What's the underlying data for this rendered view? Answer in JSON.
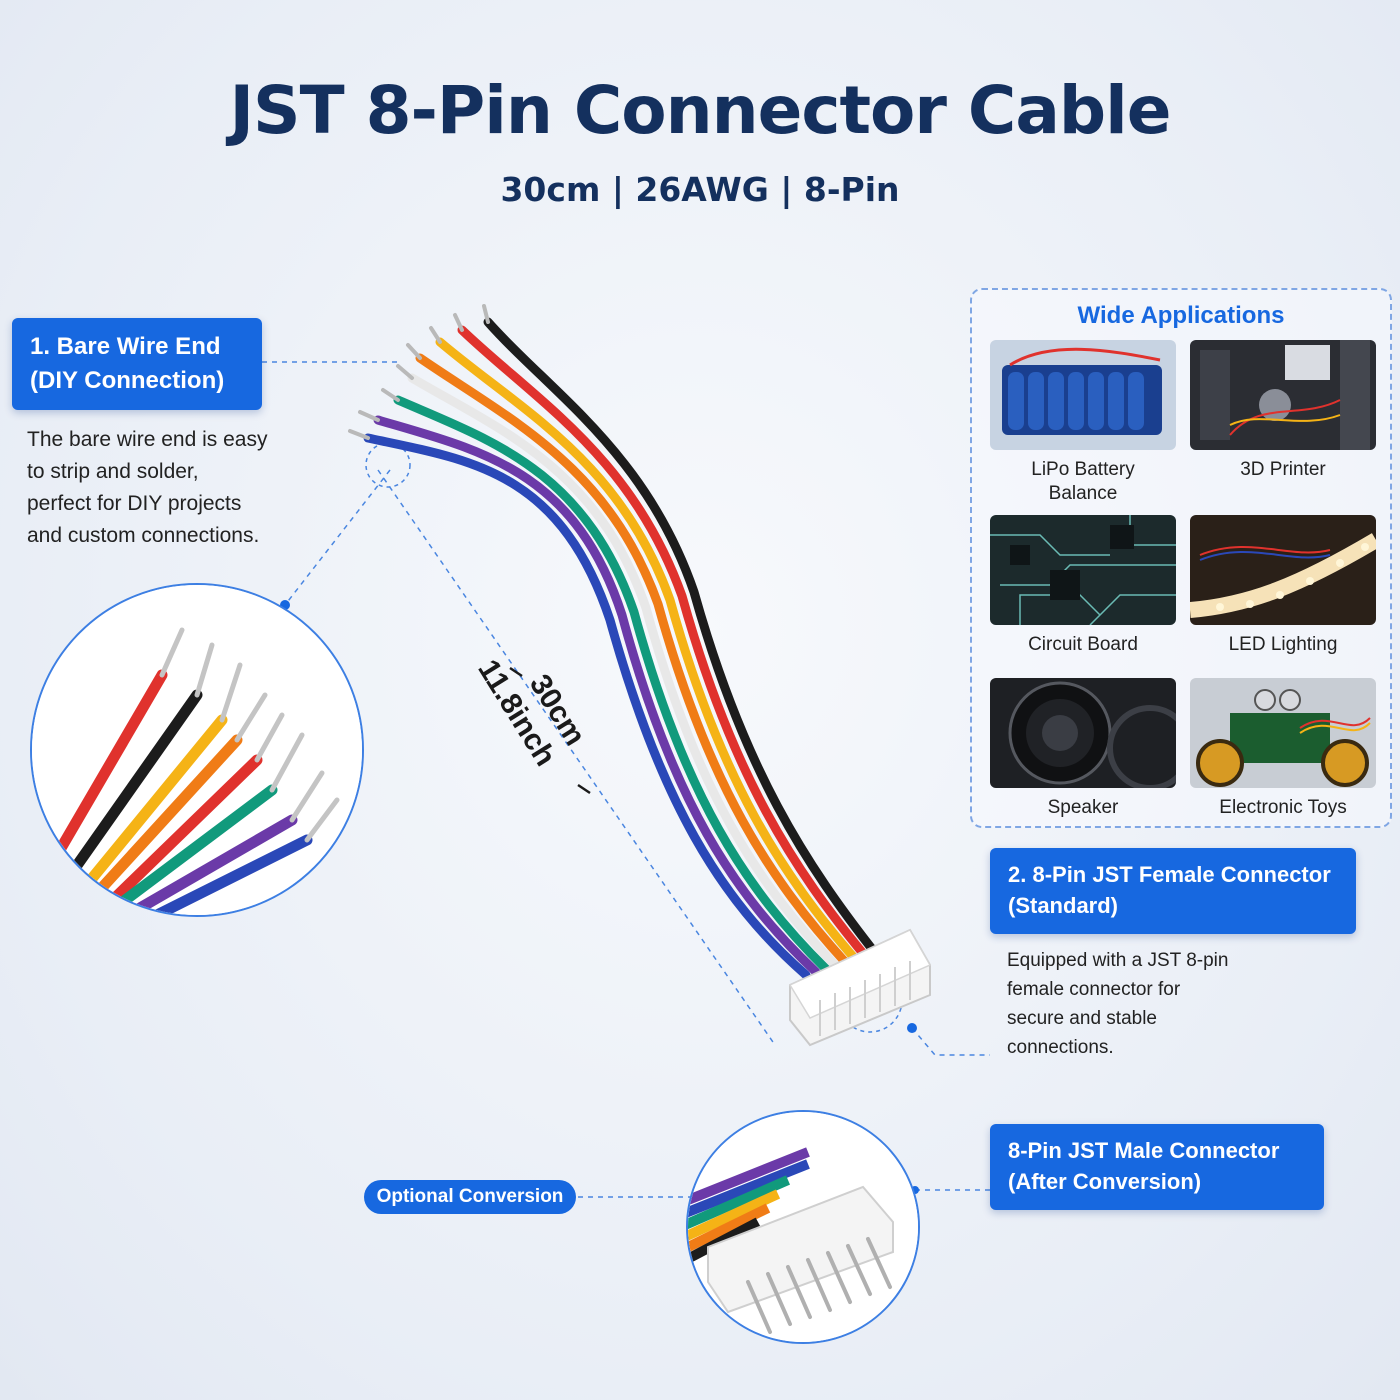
{
  "header": {
    "title": "JST 8-Pin Connector Cable",
    "subtitle": "30cm | 26AWG | 8-Pin"
  },
  "bare_wire": {
    "label_line1": "1. Bare Wire End",
    "label_line2": "(DIY Connection)",
    "desc_lines": [
      "The bare wire end is easy",
      "to strip and solder,",
      "perfect for DIY projects",
      "and custom connections."
    ]
  },
  "length": {
    "cm": "30cm",
    "inch": "11.8inch"
  },
  "applications": {
    "title": "Wide Applications",
    "items": [
      {
        "label_lines": [
          "LiPo Battery",
          "Balance"
        ],
        "icon": "battery-pack-image"
      },
      {
        "label_lines": [
          "3D Printer"
        ],
        "icon": "printer-image"
      },
      {
        "label_lines": [
          "Circuit Board"
        ],
        "icon": "circuit-board-image"
      },
      {
        "label_lines": [
          "LED Lighting"
        ],
        "icon": "led-strip-image"
      },
      {
        "label_lines": [
          "Speaker"
        ],
        "icon": "speaker-image"
      },
      {
        "label_lines": [
          "Electronic Toys"
        ],
        "icon": "robot-car-image"
      }
    ]
  },
  "female": {
    "label_line1": "2. 8-Pin JST Female Connector",
    "label_line2": "(Standard)",
    "desc_lines": [
      "Equipped with a JST 8-pin",
      "female connector for",
      "secure and stable",
      "connections."
    ]
  },
  "male": {
    "label_line1": "8-Pin  JST Male Connector",
    "label_line2": "(After Conversion)"
  },
  "optional": {
    "label": "Optional Conversion"
  },
  "colors": {
    "accent": "#1768e0",
    "title": "#14305e",
    "wires": [
      "#e0322d",
      "#1c1c1c",
      "#f5b316",
      "#f07c16",
      "#ffffff",
      "#119a7c",
      "#6b3aa8",
      "#2a48b8"
    ]
  }
}
